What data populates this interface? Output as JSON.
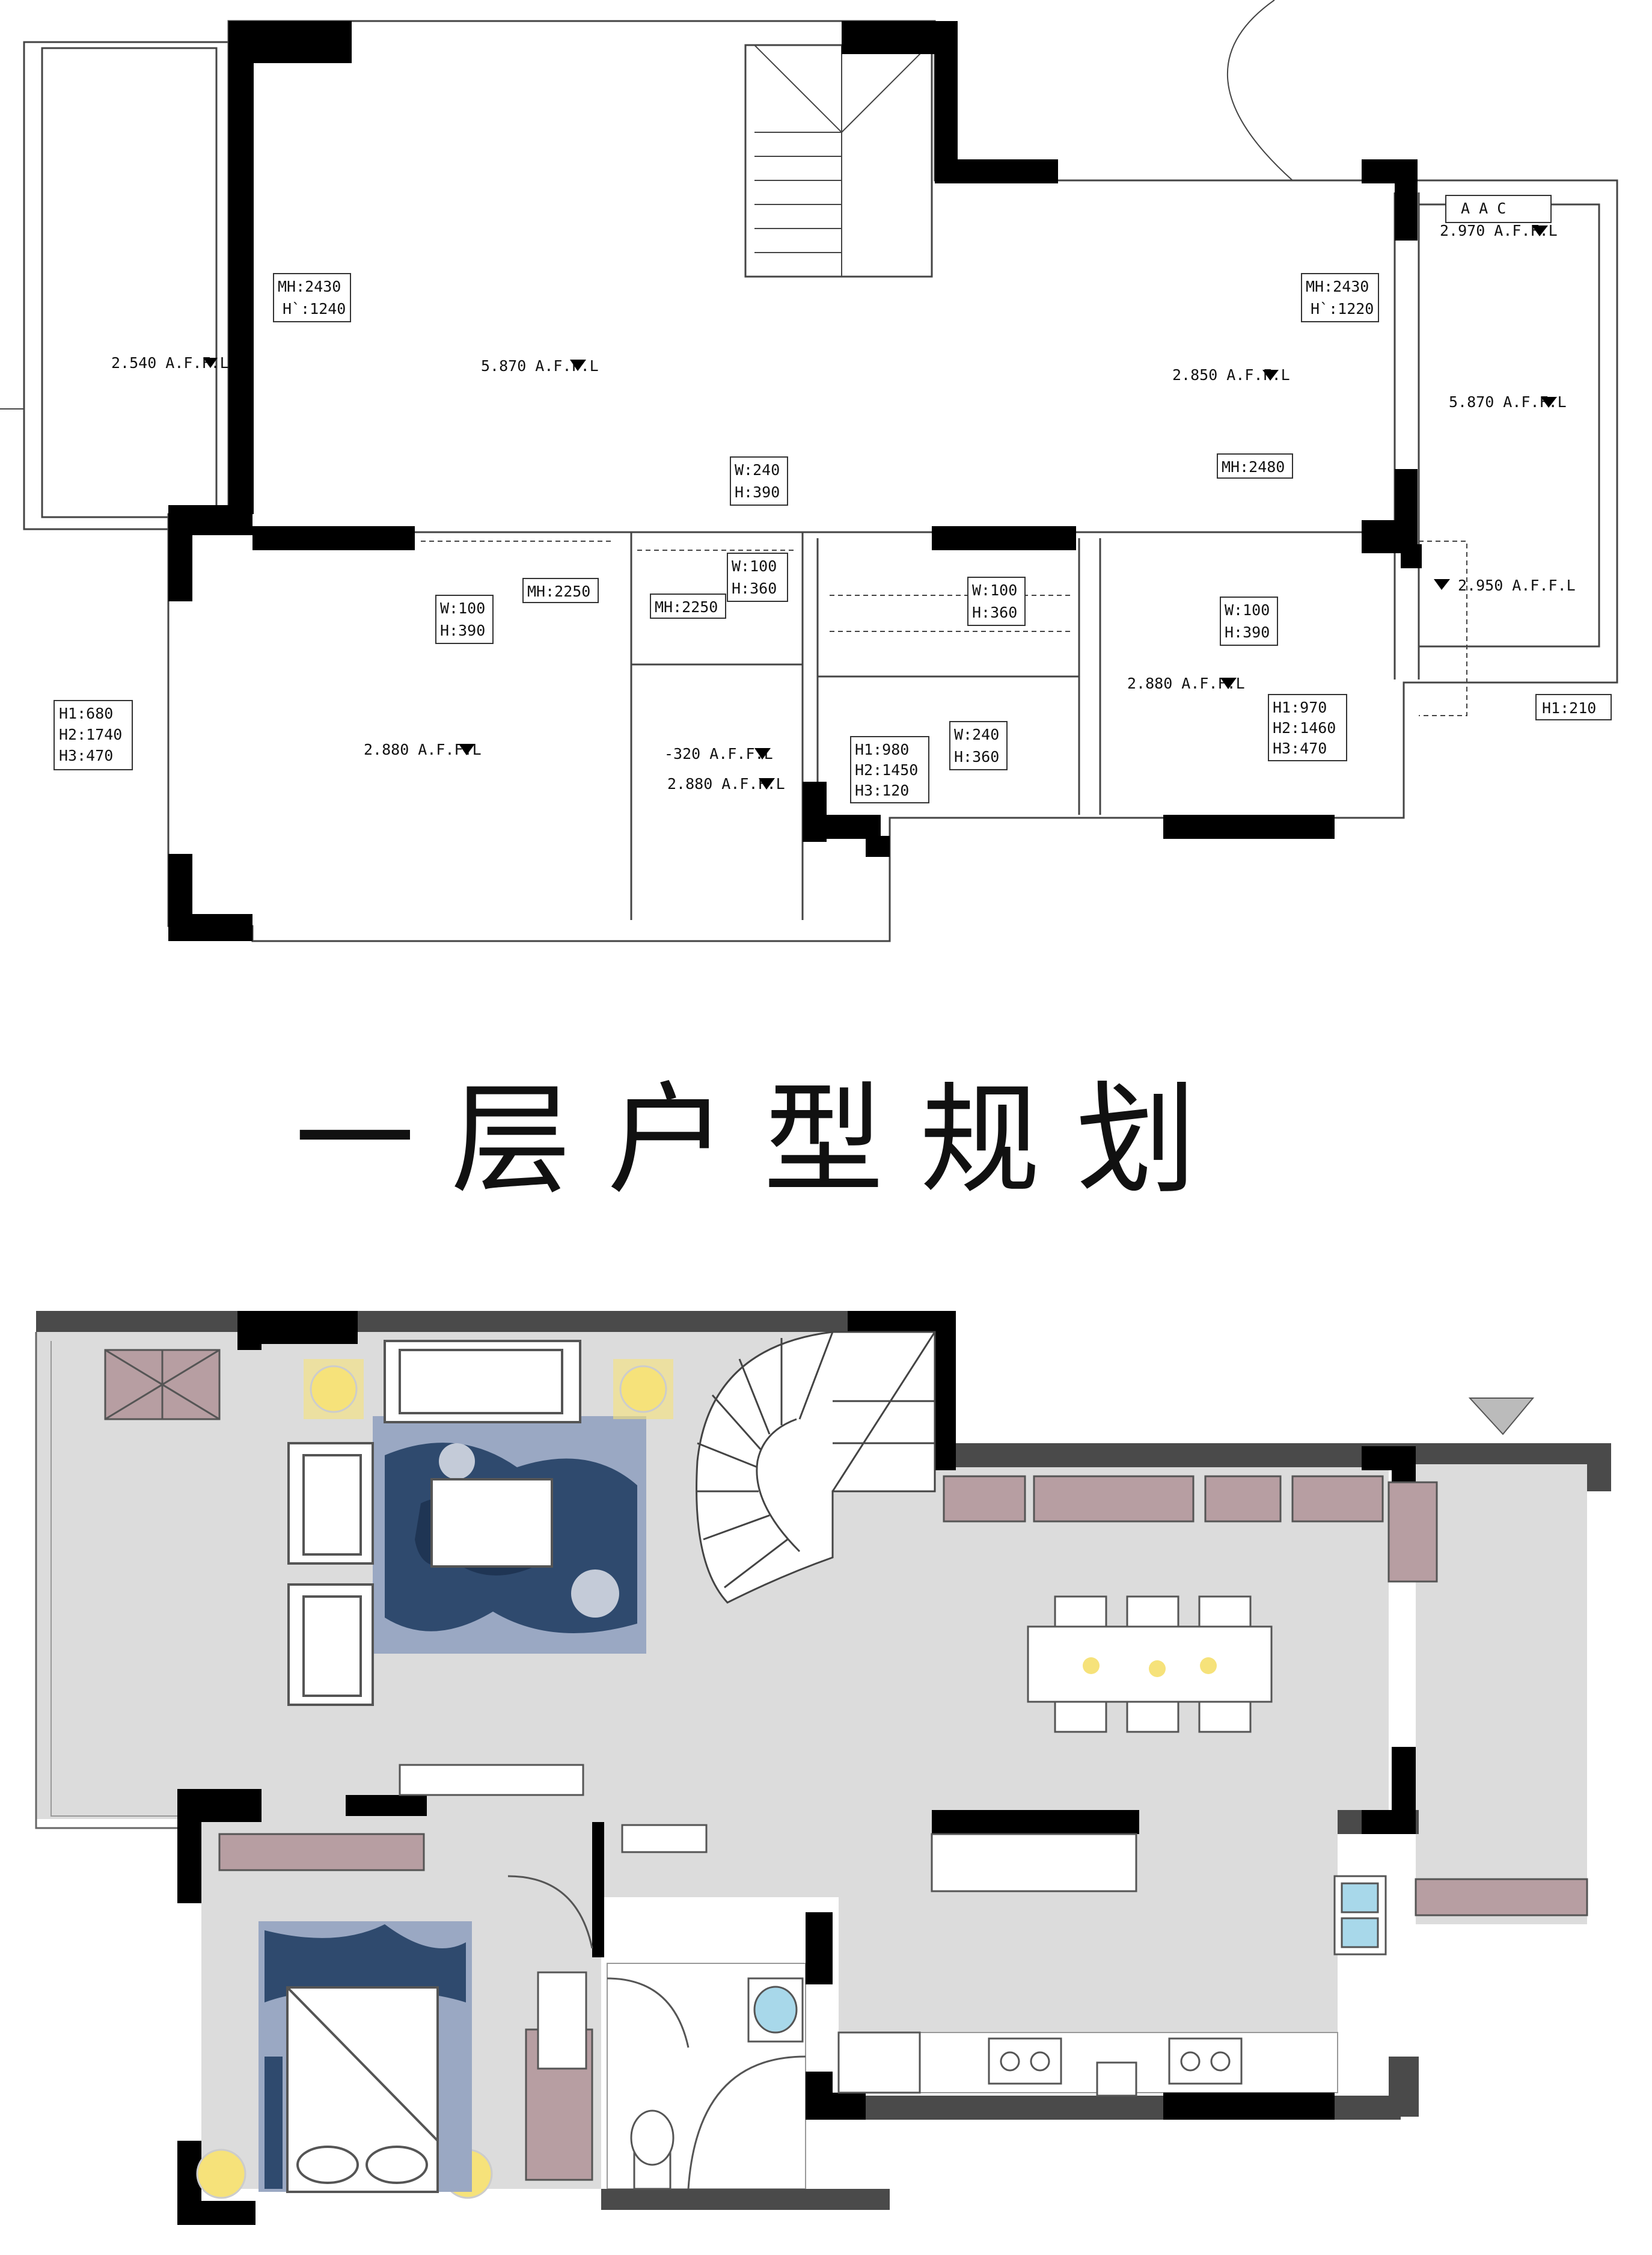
{
  "title": "一层户型规划",
  "plan_top": {
    "labels": {
      "mh_2430_left": "MH:2430",
      "h_1240": "H`:1240",
      "mh_2430_right": "MH:2430",
      "h_1220": "H`:1220",
      "aff_2540": "2.540 A.F.F.L",
      "aff_5870_main": "5.870 A.F.F.L",
      "aff_2850": "2.850 A.F.F.L",
      "aff_5870_right": "5.870 A.F.F.L",
      "aff_2970": "2.970 A.F.F.L",
      "aa_c": "A A       C",
      "w240_a": "W:240",
      "h390_a": "H:390",
      "mh_2480": "MH:2480",
      "w100_b": "W:100",
      "h360_b": "H:360",
      "mh_2250_a": "MH:2250",
      "w100_c": "W:100",
      "h390_c": "H:390",
      "mh_2250_b": "MH:2250",
      "w100_d": "W:100",
      "h360_d": "H:360",
      "w100_e": "W:100",
      "h390_e": "H:390",
      "aff_2950": "2.950 A.F.F.L",
      "h1_680": "H1:680",
      "h2_1740": "H2:1740",
      "h3_470_a": "H3:470",
      "aff_2880_a": "2.880 A.F.F.L",
      "aff_320": "-320 A.F.F.L",
      "aff_2880_b": "2.880 A.F.F.L",
      "w240_f": "W:240",
      "h360_f": "H:360",
      "h1_980": "H1:980",
      "h2_1450": "H2:1450",
      "h3_120": "H3:120",
      "aff_2880_c": "2.880 A.F.F.L",
      "h1_970": "H1:970",
      "h2_1460": "H2:1460",
      "h3_470_b": "H3:470",
      "h1_210": "H1:210"
    }
  },
  "colors": {
    "wall": "#000000",
    "wall_gray": "#4a4a4a",
    "floor": "#dcdcdc",
    "cabinet": "#b79ea2",
    "lamp": "#f6e27a",
    "rug_blue": "#2f4a6e",
    "sink": "#a8d8ea",
    "line": "#555555"
  },
  "icons": [
    "stair-icon",
    "sofa-icon",
    "bed-icon",
    "dining-table-icon",
    "lamp-icon",
    "toilet-icon",
    "sink-icon",
    "stove-icon",
    "cabinet-icon"
  ]
}
